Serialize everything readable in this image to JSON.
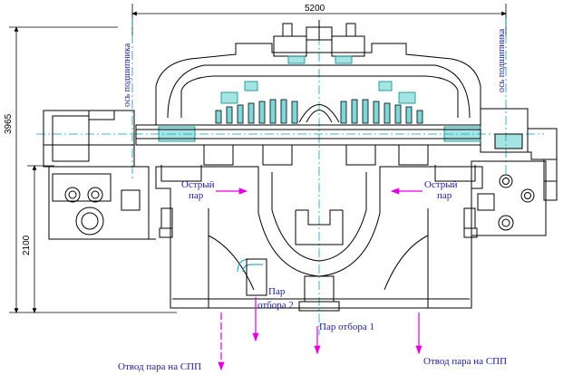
{
  "dimensions": {
    "overall_length": "5200",
    "total_height": "3965",
    "axis_height": "2100"
  },
  "labels": {
    "bearing_axis_left": "ось подшипника",
    "bearing_axis_right": "ось подшипника",
    "live_steam_left_1": "Острый",
    "live_steam_left_2": "пар",
    "live_steam_right_1": "Острый",
    "live_steam_right_2": "пар",
    "extraction2_1": "Пар",
    "extraction2_2": "отбора 2",
    "extraction1": "Пар  отбора 1",
    "spp_left": "Отвод пара на СПП",
    "spp_right": "Отвод пара на СПП"
  },
  "colors": {
    "outline": "#000000",
    "centerline": "#00a0c0",
    "casing": "#00b0b0",
    "arrow": "#e000e0",
    "label": "#1a1a9c"
  }
}
